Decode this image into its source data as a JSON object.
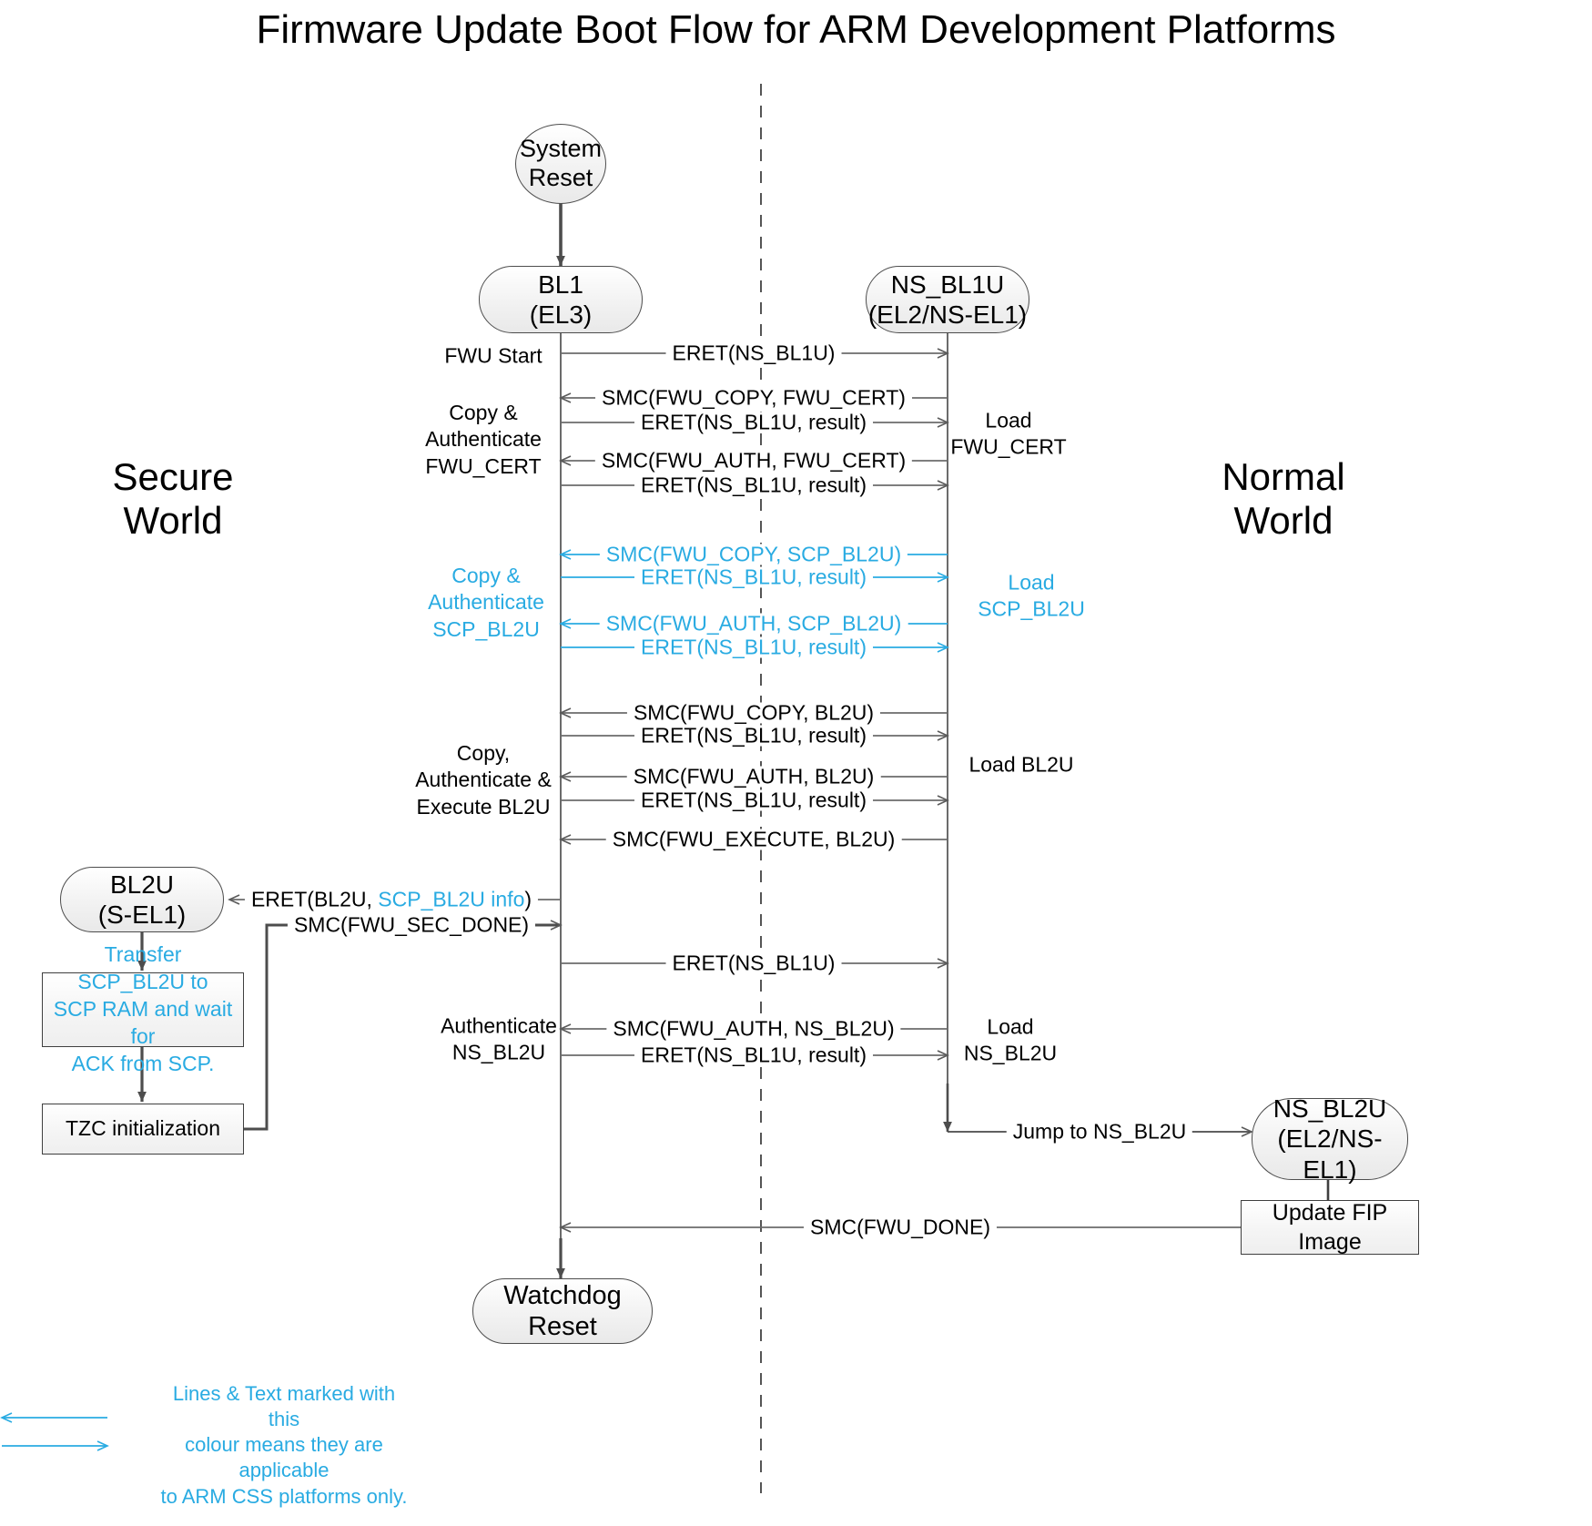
{
  "title": "Firmware Update Boot Flow for ARM Development Platforms",
  "worlds": {
    "secure": "Secure\nWorld",
    "normal": "Normal\nWorld"
  },
  "nodes": {
    "system_reset": "System\nReset",
    "bl1": "BL1\n(EL3)",
    "ns_bl1u": "NS_BL1U\n(EL2/NS-EL1)",
    "bl2u": "BL2U\n(S-EL1)",
    "ns_bl2u": "NS_BL2U\n(EL2/NS-EL1)",
    "watchdog_reset": "Watchdog Reset"
  },
  "boxes": {
    "transfer_scp": "Transfer SCP_BL2U to\nSCP RAM and wait for\nACK from SCP.",
    "tzc_init": "TZC initialization",
    "update_fip": "Update FIP Image"
  },
  "messages": [
    {
      "id": "m1",
      "text": "ERET(NS_BL1U)",
      "color": "black"
    },
    {
      "id": "m2",
      "text": "SMC(FWU_COPY, FWU_CERT)",
      "color": "black"
    },
    {
      "id": "m3",
      "text": "ERET(NS_BL1U, result)",
      "color": "black"
    },
    {
      "id": "m4",
      "text": "SMC(FWU_AUTH, FWU_CERT)",
      "color": "black"
    },
    {
      "id": "m5",
      "text": "ERET(NS_BL1U, result)",
      "color": "black"
    },
    {
      "id": "m6",
      "text": "SMC(FWU_COPY, SCP_BL2U)",
      "color": "blue"
    },
    {
      "id": "m7",
      "text": "ERET(NS_BL1U, result)",
      "color": "blue"
    },
    {
      "id": "m8",
      "text": "SMC(FWU_AUTH, SCP_BL2U)",
      "color": "blue"
    },
    {
      "id": "m9",
      "text": "ERET(NS_BL1U, result)",
      "color": "blue"
    },
    {
      "id": "m10",
      "text": "SMC(FWU_COPY, BL2U)",
      "color": "black"
    },
    {
      "id": "m11",
      "text": "ERET(NS_BL1U, result)",
      "color": "black"
    },
    {
      "id": "m12",
      "text": "SMC(FWU_AUTH, BL2U)",
      "color": "black"
    },
    {
      "id": "m13",
      "text": "ERET(NS_BL1U, result)",
      "color": "black"
    },
    {
      "id": "m14",
      "text": "SMC(FWU_EXECUTE, BL2U)",
      "color": "black"
    },
    {
      "id": "m15",
      "text": "SMC(FWU_SEC_DONE)",
      "color": "black"
    },
    {
      "id": "m16",
      "text": "ERET(NS_BL1U)",
      "color": "black"
    },
    {
      "id": "m17",
      "text": "SMC(FWU_AUTH, NS_BL2U)",
      "color": "black"
    },
    {
      "id": "m18",
      "text": "ERET(NS_BL1U, result)",
      "color": "black"
    },
    {
      "id": "m19",
      "text": "Jump to NS_BL2U",
      "color": "black"
    },
    {
      "id": "m20",
      "text": "SMC(FWU_DONE)",
      "color": "black"
    }
  ],
  "eret_bl2u": {
    "prefix": "ERET(BL2U, ",
    "highlight": "SCP_BL2U info",
    "suffix": ")"
  },
  "side_labels": {
    "fwu_start": "FWU Start",
    "copy_auth_cert": "Copy &\nAuthenticate\nFWU_CERT",
    "load_fwu_cert": "Load\nFWU_CERT",
    "copy_auth_scp": "Copy &\nAuthenticate\nSCP_BL2U",
    "load_scp_bl2u": "Load\nSCP_BL2U",
    "copy_auth_exec_bl2u": "Copy,\nAuthenticate &\nExecute BL2U",
    "load_bl2u": "Load BL2U",
    "auth_ns_bl2u": "Authenticate\nNS_BL2U",
    "load_ns_bl2u": "Load\nNS_BL2U"
  },
  "legend": {
    "note": "Lines & Text marked with this\ncolour means they are applicable\nto ARM CSS platforms only.",
    "accent_color": "#29ABE2",
    "line_color": "#4d4d4d"
  }
}
